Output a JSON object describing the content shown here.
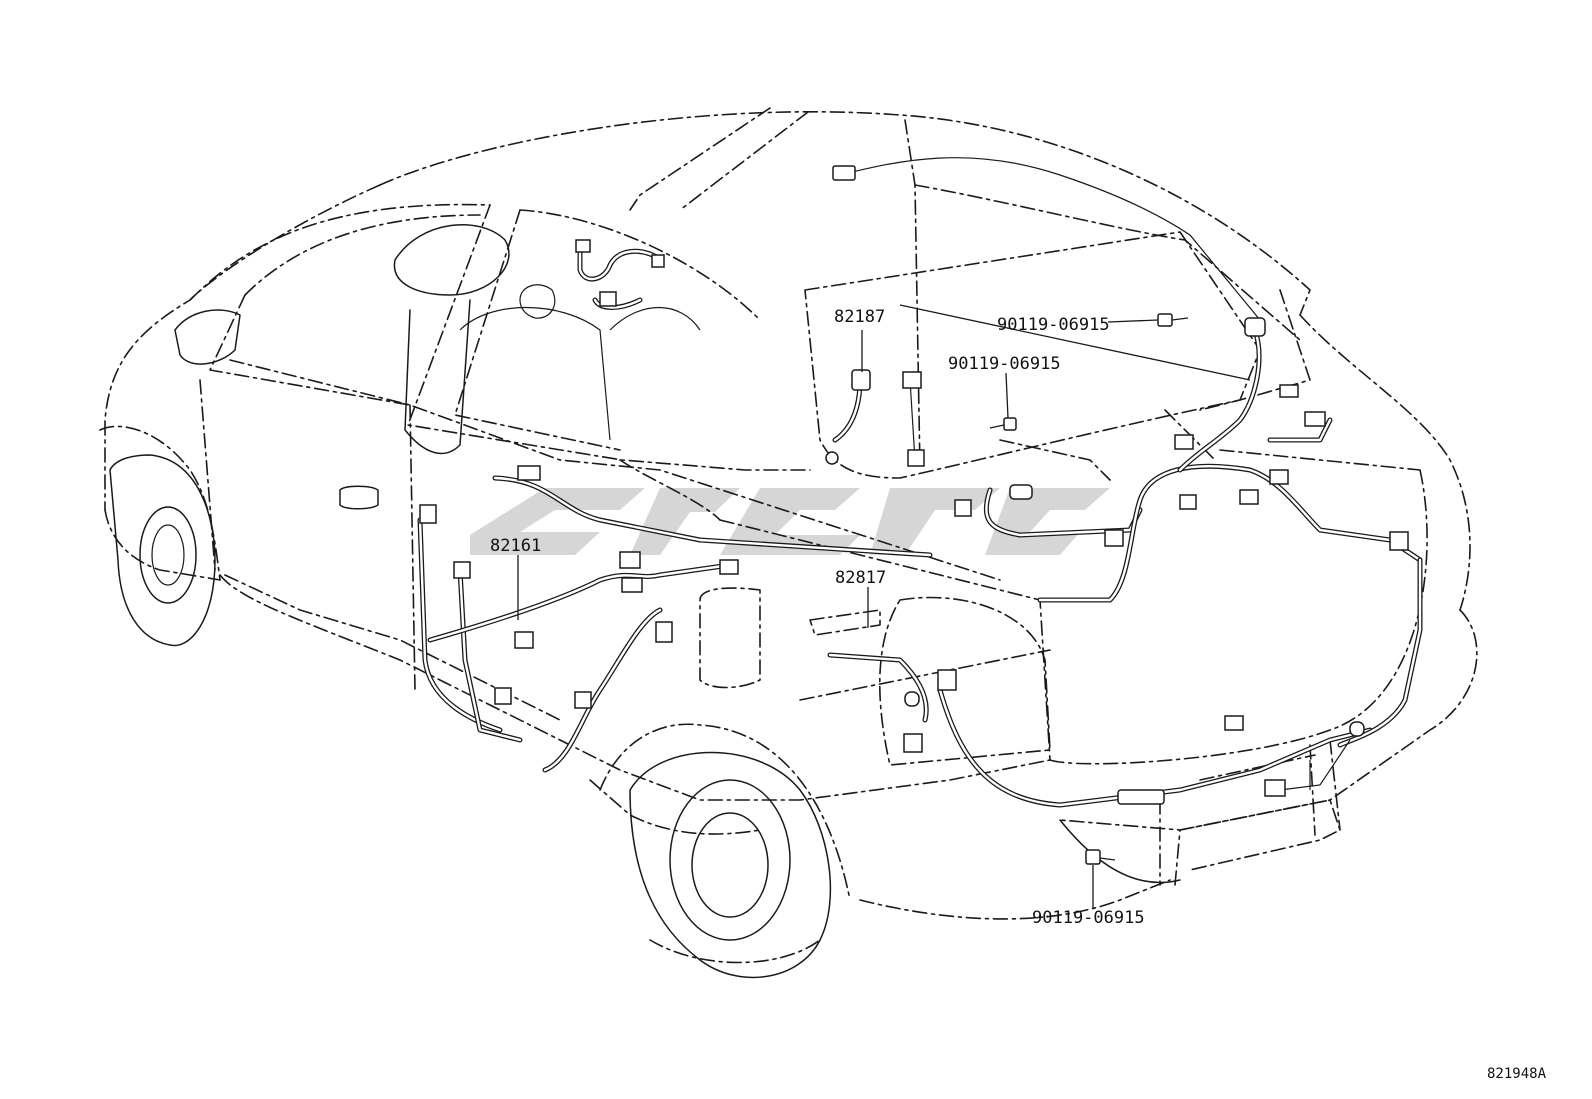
{
  "labels": {
    "p82187": "82187",
    "p90119_a": "90119-06915",
    "p90119_b": "90119-06915",
    "p82161": "82161",
    "p82817": "82817",
    "p90119_c": "90119-06915"
  },
  "figure_code": "821948A"
}
